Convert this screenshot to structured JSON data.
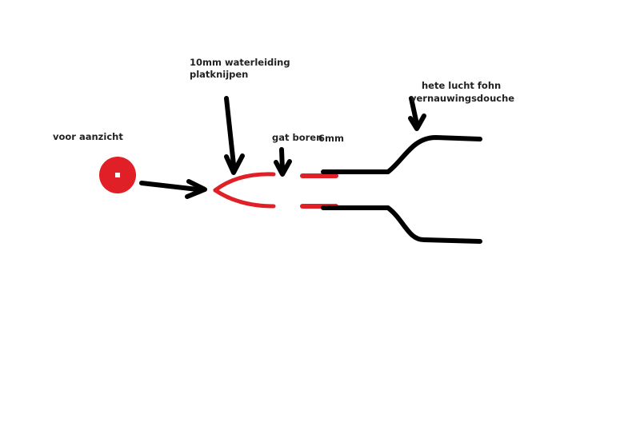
{
  "labels": {
    "front_view": "voor aanzicht",
    "water_pipe_line1": "10mm waterleiding",
    "water_pipe_line2": "platknijpen",
    "drill_hole": "gat boren",
    "drill_size": "6mm",
    "hot_air_line1": "hete lucht fohn",
    "hot_air_line2": "vernauwingsdouche"
  },
  "colors": {
    "pipe": "#e01f26",
    "arrow": "#000000",
    "background": "#ffffff"
  }
}
